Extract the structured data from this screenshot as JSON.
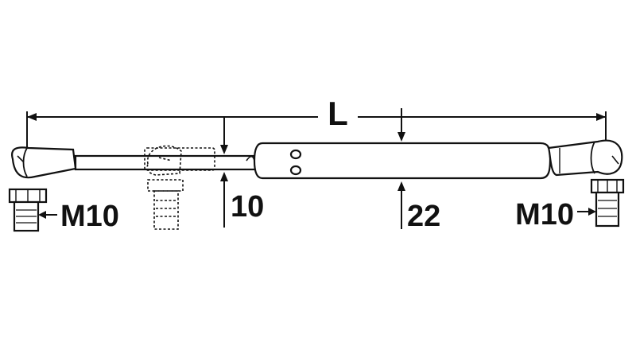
{
  "labels": {
    "overall_length": "L",
    "rod_diameter": "10",
    "tube_diameter": "22",
    "left_thread": "M10",
    "right_thread": "M10"
  },
  "colors": {
    "line": "#111111",
    "background": "#ffffff"
  }
}
